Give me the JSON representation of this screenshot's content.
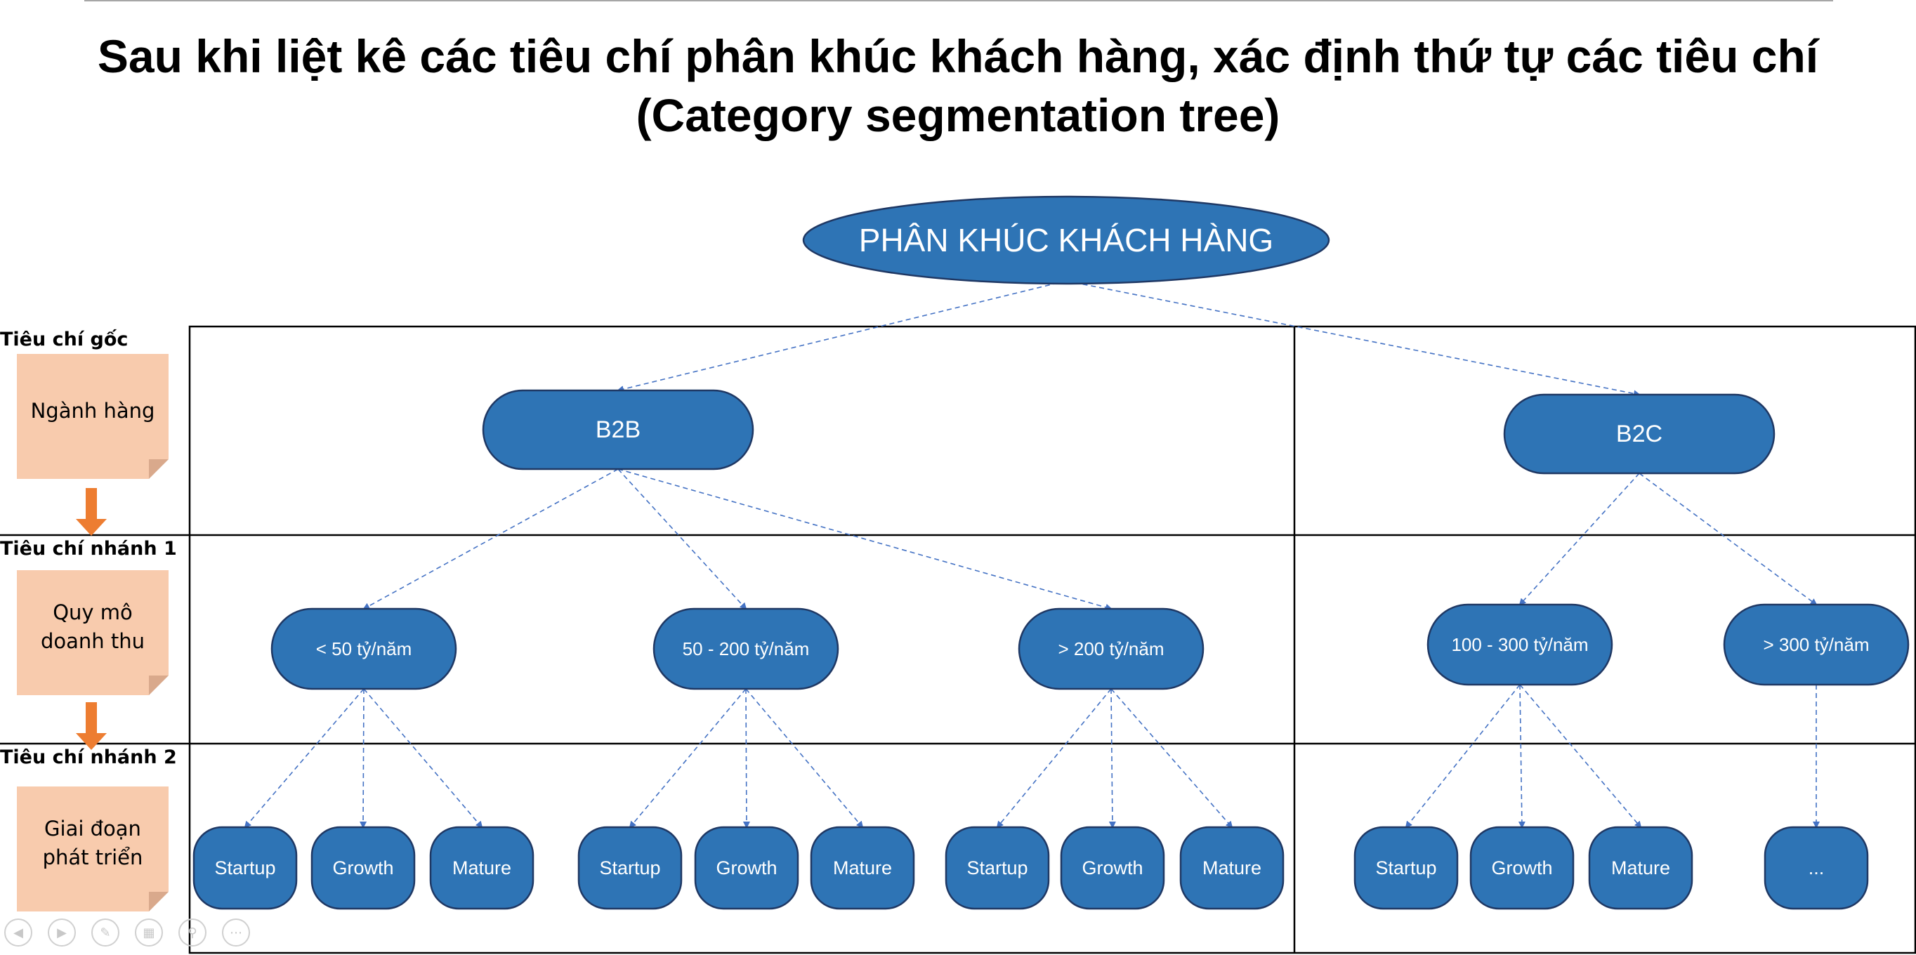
{
  "title": {
    "line1": "Sau khi liệt kê các tiêu chí phân khúc khách hàng, xác định thứ tự các tiêu chí",
    "line2": "(Category segmentation tree)"
  },
  "levels": [
    {
      "label": "Tiêu chí gốc",
      "note_lines": [
        "Ngành hàng"
      ]
    },
    {
      "label": "Tiêu chí nhánh 1",
      "note_lines": [
        "Quy mô",
        "doanh thu"
      ]
    },
    {
      "label": "Tiêu chí nhánh 2",
      "note_lines": [
        "Giai đoạn",
        "phát triển"
      ]
    }
  ],
  "tree": {
    "root": "PHÂN KHÚC KHÁCH HÀNG",
    "industries": [
      {
        "label": "B2B",
        "sizes": [
          {
            "label": "< 50 tỷ/năm",
            "stages": [
              "Startup",
              "Growth",
              "Mature"
            ]
          },
          {
            "label": "50 - 200 tỷ/năm",
            "stages": [
              "Startup",
              "Growth",
              "Mature"
            ]
          },
          {
            "label": "> 200 tỷ/năm",
            "stages": [
              "Startup",
              "Growth",
              "Mature"
            ]
          }
        ]
      },
      {
        "label": "B2C",
        "sizes": [
          {
            "label": "100 - 300 tỷ/năm",
            "stages": [
              "Startup",
              "Growth",
              "Mature"
            ]
          },
          {
            "label": "> 300 tỷ/năm",
            "stages": [
              "..."
            ]
          }
        ]
      }
    ]
  },
  "colors": {
    "node_fill": "#2e74b5",
    "node_stroke": "#1f3864",
    "connector": "#4472c4",
    "note_fill": "#f8cbad",
    "arrow": "#ed7d31"
  },
  "nav_icons": [
    "prev-icon",
    "next-icon",
    "pen-icon",
    "slides-icon",
    "zoom-icon",
    "more-icon"
  ]
}
